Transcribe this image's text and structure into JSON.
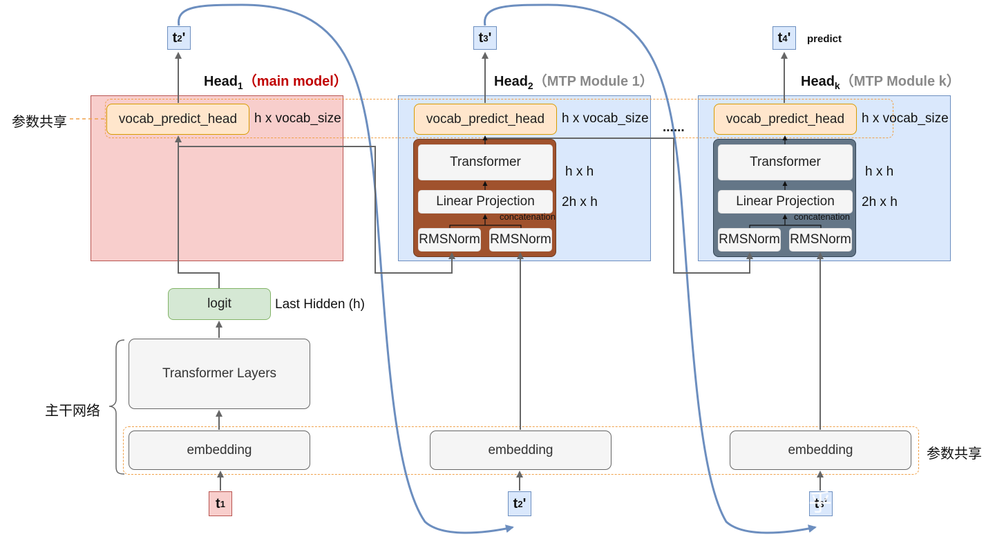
{
  "tokens": {
    "t1": {
      "base": "t",
      "sub": "1"
    },
    "t2_pred": {
      "base": "t",
      "sub": "2",
      "suffix": "'"
    },
    "t3_pred": {
      "base": "t",
      "sub": "3",
      "suffix": "'"
    },
    "t4_pred": {
      "base": "t",
      "sub": "4",
      "suffix": "'"
    },
    "t2_in": {
      "base": "t",
      "sub": "2",
      "suffix": "'"
    },
    "t3_in": {
      "base": "t",
      "sub": "3",
      "suffix": "'"
    }
  },
  "predict_label": "predict",
  "heads": [
    {
      "name": "Head",
      "sub": "1",
      "note": "（main model）"
    },
    {
      "name": "Head",
      "sub": "2",
      "note": "（MTP Module 1）"
    },
    {
      "name": "Head",
      "sub": "k",
      "note": "（MTP Module k）"
    }
  ],
  "vocab_head": "vocab_predict_head",
  "vocab_size_label": "h x vocab_size",
  "transformer_label": "Transformer",
  "transformer_dim": "h x h",
  "linear_projection_label": "Linear Projection",
  "linear_projection_dim": "2h x h",
  "concatenation_label": "concatenation",
  "rmsnorm_label": "RMSNorm",
  "logit_label": "logit",
  "last_hidden_label": "Last Hidden (h)",
  "transformer_layers_label": "Transformer Layers",
  "embedding_label": "embedding",
  "param_share_label": "参数共享",
  "backbone_label": "主干网络",
  "ellipsis": "......",
  "watermark": "知乎 @姜富春",
  "colors": {
    "main_panel": "#f8cecc",
    "mtp_panel": "#dae8fc",
    "mtp1_block": "#a0522d",
    "mtpk_block": "#647687",
    "vocab_box": "#ffe6cc",
    "logit_box": "#d5e8d4",
    "share_dash": "#f0a048",
    "flow_curve": "#6c8ebf",
    "main_note": "#c00000",
    "module_note": "#8a8a8a"
  }
}
